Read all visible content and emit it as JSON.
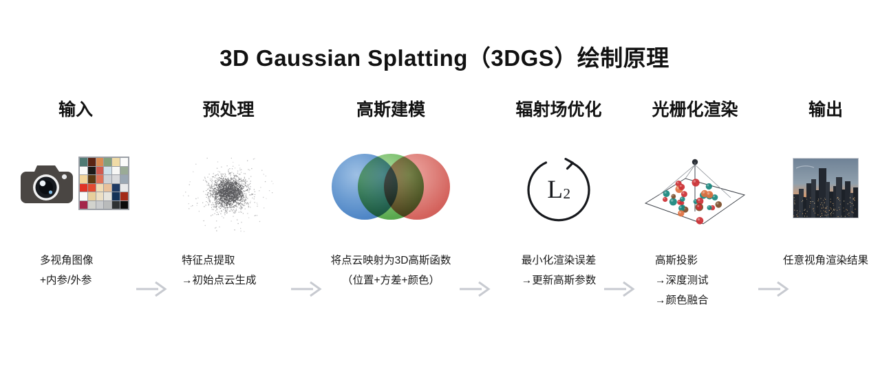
{
  "title": "3D Gaussian Splatting（3DGS）绘制原理",
  "background_color": "#ffffff",
  "arrow_color": "#c7cad0",
  "stages": [
    {
      "id": "input",
      "title": "输入",
      "caption_lines": [
        "多视角图像",
        "+内参/外参"
      ],
      "caption_align": "left",
      "visual": "camera-and-color-checker",
      "colors": {
        "camera_body": "#4a4643",
        "checker_border": "#9b9fa6"
      },
      "checker_swatches": [
        "#4f7a74",
        "#5a2414",
        "#d98b52",
        "#83a07c",
        "#f0dba6",
        "#fbfbfa",
        "#fbfbfa",
        "#1b1a18",
        "#d05a4f",
        "#cfe0ea",
        "#f7f7f5",
        "#9aab96",
        "#f2d49a",
        "#5a3a13",
        "#e07258",
        "#cfd2d6",
        "#d9dadc",
        "#9aa7b3",
        "#e03226",
        "#e24b31",
        "#f0dcb4",
        "#e8c09a",
        "#1f3a63",
        "#e8e9ea",
        "#fafaf8",
        "#e7cf9c",
        "#ecdfc4",
        "#e6e4dd",
        "#143257",
        "#a32a18",
        "#a4264a",
        "#d2d3cd",
        "#c9cbcc",
        "#b9bbbb",
        "#2e3234",
        "#0a0a0a"
      ]
    },
    {
      "id": "preprocess",
      "title": "预处理",
      "caption_lines": [
        "特征点提取",
        "→初始点云生成"
      ],
      "caption_align": "left",
      "visual": "point-cloud",
      "colors": {
        "point": "#59595c"
      }
    },
    {
      "id": "gaussian-modeling",
      "title": "高斯建模",
      "caption_lines": [
        "将点云映射为3D高斯函数",
        "（位置+方差+颜色）"
      ],
      "caption_align": "center",
      "visual": "overlapping-gaussian-blobs",
      "colors": {
        "blue": "#4f86c6",
        "green": "#59a84e",
        "red": "#d4635d"
      }
    },
    {
      "id": "radiance-field-optimization",
      "title": "辐射场优化",
      "caption_lines": [
        "最小化渲染误差",
        "→更新高斯参数"
      ],
      "caption_align": "center",
      "visual": "l2-loss-loop",
      "loss_symbol": "L",
      "loss_subscript": "2",
      "colors": {
        "stroke": "#16181c"
      }
    },
    {
      "id": "rasterization-rendering",
      "title": "光栅化渲染",
      "caption_lines": [
        "高斯投影",
        "→深度测试",
        "→颜色融合"
      ],
      "caption_align": "left",
      "visual": "projection-plane-with-splats",
      "colors": {
        "plane": "#3d4148",
        "splat_red": "#cc2f33",
        "splat_teal": "#17867d",
        "splat_brown": "#7a4a26",
        "splat_orange": "#e0703f"
      }
    },
    {
      "id": "output",
      "title": "输出",
      "caption_lines": [
        "任意视角渲染结果"
      ],
      "caption_align": "center",
      "visual": "rendered-city-skyline-photo",
      "colors": {
        "sky_top": "#6f8296",
        "sky_glow": "#d99a6c",
        "buildings": "#2a2f38",
        "frame": "#c9ccd2"
      }
    }
  ],
  "arrows": [
    {
      "id": "arrow-1",
      "from": "input",
      "to": "preprocess"
    },
    {
      "id": "arrow-2",
      "from": "preprocess",
      "to": "gaussian-modeling"
    },
    {
      "id": "arrow-3",
      "from": "gaussian-modeling",
      "to": "radiance-field-optimization"
    },
    {
      "id": "arrow-4",
      "from": "radiance-field-optimization",
      "to": "rasterization-rendering"
    },
    {
      "id": "arrow-5",
      "from": "rasterization-rendering",
      "to": "output"
    }
  ]
}
